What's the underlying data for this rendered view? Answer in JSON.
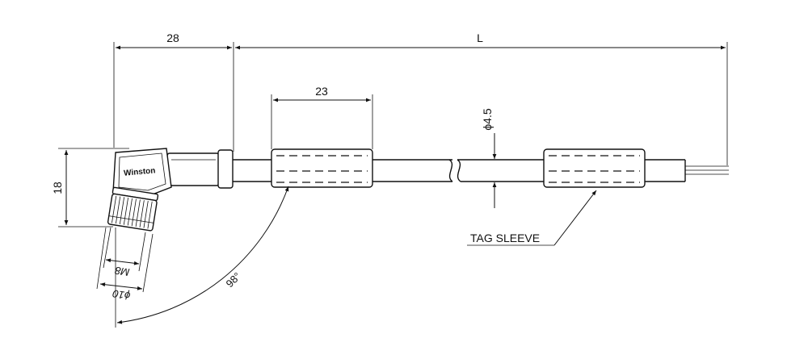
{
  "dimensions": {
    "connector_length": "28",
    "cable_length": "L",
    "sleeve_length": "23",
    "cable_diameter": "ϕ4.5",
    "connector_height": "18",
    "thread": "M8",
    "outer_diameter": "ϕ10",
    "bend_angle": "98°"
  },
  "labels": {
    "brand": "Winston",
    "tag_sleeve": "TAG SLEEVE"
  }
}
